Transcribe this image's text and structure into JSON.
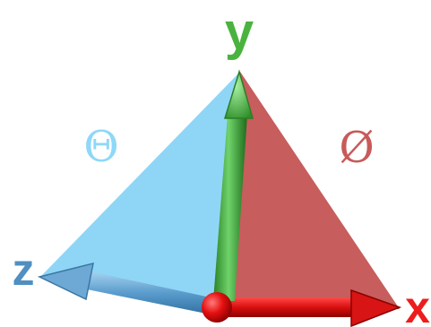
{
  "axes": {
    "x": {
      "label": "x",
      "color": "#ee1c1c"
    },
    "y": {
      "label": "y",
      "color": "#4ab33f"
    },
    "z": {
      "label": "z",
      "color": "#4f8fc2"
    }
  },
  "angles": {
    "theta": {
      "label": "Θ",
      "color": "#8fd8f7"
    },
    "phi": {
      "label": "Ø",
      "color": "#c85a5a"
    }
  },
  "planes": {
    "left_color": "#8fd6f6",
    "right_color": "#c75d5c"
  },
  "origin_color": "#ee1111"
}
